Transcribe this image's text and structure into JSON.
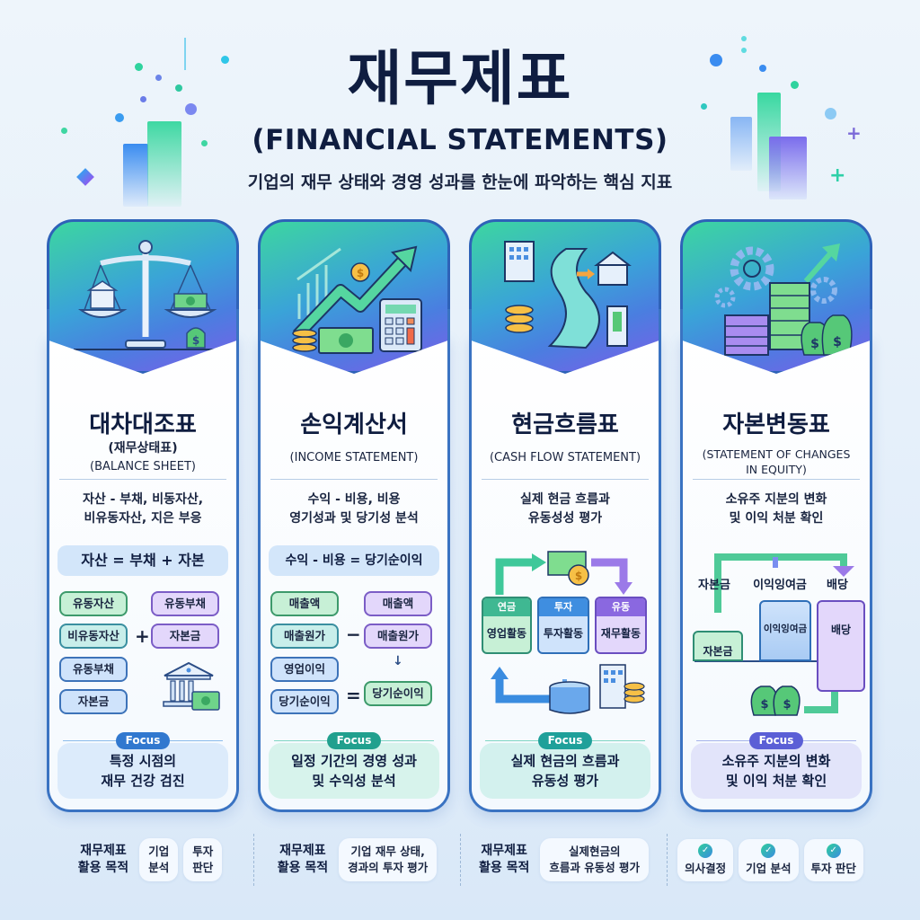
{
  "header": {
    "title": "재무제표",
    "subtitle_en": "(FINANCIAL STATEMENTS)",
    "tagline": "기업의 재무 상태와 경영 성과를 한눈에 파악하는 핵심 지표"
  },
  "cards": [
    {
      "icon": "balance-scale-icon",
      "title": "대차대조표",
      "subtitle_ko": "(재무상태표)",
      "subtitle_en": "(BALANCE SHEET)",
      "description": [
        "자산 - 부채, 비동자산,",
        "비유동자산, 지은 부응"
      ],
      "formula": "자산 = 부채 + 자본",
      "left_chips": [
        "유동자산",
        "비유동자산",
        "유동부채",
        "자본금"
      ],
      "right_chips": [
        "유동부채",
        "자본금"
      ],
      "operator": "+",
      "focus_label": "Focus",
      "focus_text": [
        "특정 시점의",
        "재무 건강 검진"
      ],
      "focus_color": "#3178cf",
      "focus_bg": "#dcebfb"
    },
    {
      "icon": "growth-chart-icon",
      "title": "손익계산서",
      "subtitle_en": "(INCOME STATEMENT)",
      "description": [
        "수익 - 비용, 비용",
        "영기성과 및 당기성 분석"
      ],
      "formula": "수익 - 비용 = 당기순이익",
      "left_chips": [
        "매출액",
        "매출원가",
        "영업이익",
        "당기순이익"
      ],
      "right_chips": [
        "매출액",
        "매출원가",
        "당기순이익"
      ],
      "operator_minus": "−",
      "operator_equals": "=",
      "arrow": "↓",
      "focus_label": "Focus",
      "focus_text": [
        "일정 기간의 경영 성과",
        "및 수익성 분석"
      ],
      "focus_color": "#21a08e",
      "focus_bg": "#d7f3ec"
    },
    {
      "icon": "cash-river-icon",
      "title": "현금흐름표",
      "subtitle_en": "(CASH FLOW STATEMENT)",
      "description": [
        "실제 현금 흐름과",
        "유동성성 평가"
      ],
      "flow_boxes": [
        {
          "tag": "연금",
          "label": "영업활동"
        },
        {
          "tag": "투자",
          "label": "투자활동"
        },
        {
          "tag": "유동",
          "label": "재무활동"
        }
      ],
      "focus_label": "Focus",
      "focus_text": [
        "실제 현금의 흐름과",
        "유동성 평가"
      ],
      "focus_color": "#1fa09a",
      "focus_bg": "#d3f1ee"
    },
    {
      "icon": "equity-growth-icon",
      "title": "자본변동표",
      "subtitle_en": "(STATEMENT OF CHANGES",
      "subtitle_en2": "IN EQUITY)",
      "description": [
        "소유주 지분의 변화",
        "및 이익 처분 확인"
      ],
      "column_labels": [
        "자본금",
        "이익잉여금",
        "배당"
      ],
      "bar_labels": [
        "자본금",
        "이익잉여금",
        "배당"
      ],
      "focus_label": "Focus",
      "focus_text": [
        "소유주 지분의 변화",
        "및 이익 처분 확인"
      ],
      "focus_color": "#5b5fd6",
      "focus_bg": "#e2e4fa"
    }
  ],
  "footer": [
    {
      "label": [
        "재무제표",
        "활용 목적"
      ],
      "chips": [
        [
          "기업",
          "분석"
        ],
        [
          "투자",
          "판단"
        ]
      ]
    },
    {
      "label": [
        "재무제표",
        "활용 목적"
      ],
      "chips": [
        [
          "기업 재무 상태,",
          "경과의 투자 평가"
        ]
      ]
    },
    {
      "label": [
        "재무제표",
        "활용 목적"
      ],
      "chips": [
        [
          "실제현금의",
          "흐름과 유동성 평가"
        ]
      ]
    },
    {
      "checks": [
        "의사결정",
        "기업 분석",
        "투자 판단"
      ]
    }
  ]
}
